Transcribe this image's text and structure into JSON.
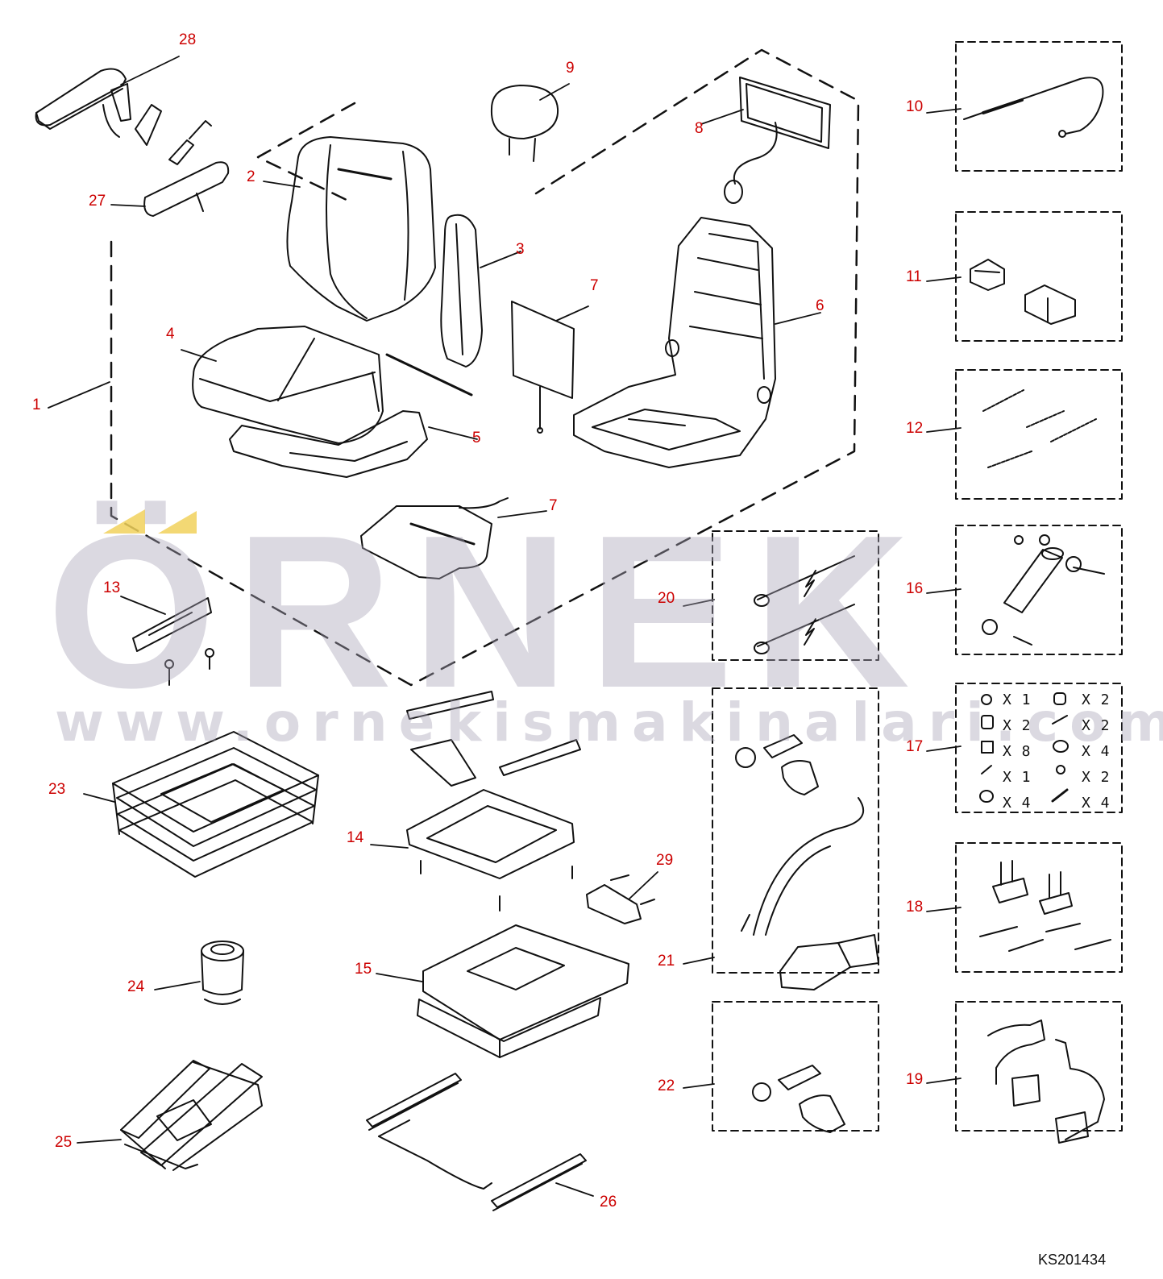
{
  "callouts": [
    {
      "label": "1"
    },
    {
      "label": "2"
    },
    {
      "label": "3"
    },
    {
      "label": "4"
    },
    {
      "label": "5"
    },
    {
      "label": "6"
    },
    {
      "label": "7"
    },
    {
      "label": "7"
    },
    {
      "label": "8"
    },
    {
      "label": "9"
    },
    {
      "label": "10"
    },
    {
      "label": "11"
    },
    {
      "label": "12"
    },
    {
      "label": "13"
    },
    {
      "label": "14"
    },
    {
      "label": "15"
    },
    {
      "label": "16"
    },
    {
      "label": "17"
    },
    {
      "label": "18"
    },
    {
      "label": "19"
    },
    {
      "label": "20"
    },
    {
      "label": "21"
    },
    {
      "label": "22"
    },
    {
      "label": "23"
    },
    {
      "label": "24"
    },
    {
      "label": "25"
    },
    {
      "label": "26"
    },
    {
      "label": "27"
    },
    {
      "label": "28"
    },
    {
      "label": "29"
    }
  ],
  "kit_17_quantities": [
    "X 1",
    "X 2",
    "X 2",
    "X 2",
    "X 8",
    "X 4",
    "X 1",
    "X 2",
    "X 4",
    "X 4"
  ],
  "watermark": {
    "word": "ÖRNEK",
    "url": "www.ornekismakinalari.com.tr"
  },
  "drawing_code": "KS201434",
  "colors": {
    "callout": "#cc0000",
    "line": "#111111",
    "watermark": "#aaa4b8",
    "watermark_accent": "#f1d25c"
  }
}
